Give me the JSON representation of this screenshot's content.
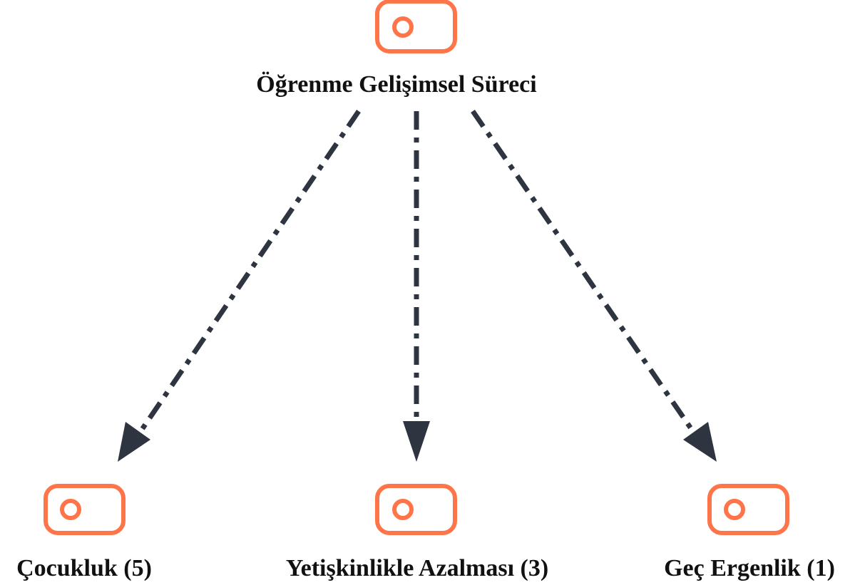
{
  "diagram": {
    "type": "tree",
    "colors": {
      "node_icon": "#FF7549",
      "edge": "#2E3440",
      "label": "#111111"
    },
    "root": {
      "label": "Öğrenme Gelişimsel Süreci",
      "icon": "toggle-icon"
    },
    "children": [
      {
        "label": "Çocukluk (5)",
        "icon": "toggle-icon"
      },
      {
        "label": "Yetişkinlikle Azalması (3)",
        "icon": "toggle-icon"
      },
      {
        "label": "Geç Ergenlik (1)",
        "icon": "toggle-icon"
      }
    ],
    "edges": [
      {
        "from": "root",
        "to": "Çocukluk (5)",
        "style": "dash-dot"
      },
      {
        "from": "root",
        "to": "Yetişkinlikle Azalması (3)",
        "style": "dash-dot"
      },
      {
        "from": "root",
        "to": "Geç Ergenlik (1)",
        "style": "dash-dot"
      }
    ]
  }
}
